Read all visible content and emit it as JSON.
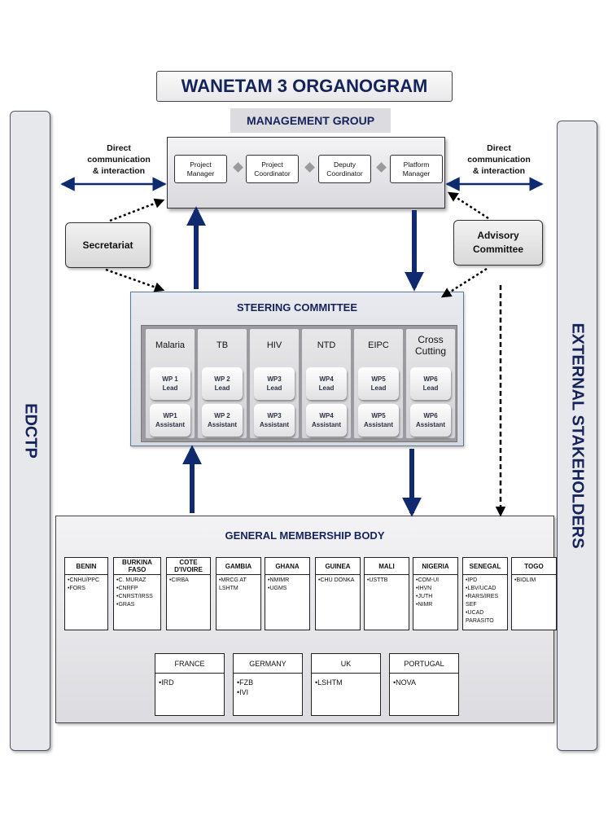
{
  "title": "WANETAM 3 ORGANOGRAM",
  "management_group": {
    "label": "MANAGEMENT GROUP",
    "roles": [
      "Project\nManager",
      "Project\nCoordinator",
      "Deputy\nCoordinator",
      "Platform\nManager"
    ]
  },
  "left_bar": "EDCTP",
  "right_bar": "EXTERNAL STAKEHOLDERS",
  "left_comm": "Direct\ncommunication\n& interaction",
  "right_comm": "Direct\ncommunication\n& interaction",
  "secretariat": "Secretariat",
  "advisory": "Advisory\nCommittee",
  "steering": {
    "title": "STEERING COMMITTEE",
    "columns": [
      {
        "name": "Malaria",
        "lead": "WP 1\nLead",
        "assistant": "WP1\nAssistant"
      },
      {
        "name": "TB",
        "lead": "WP 2\nLead",
        "assistant": "WP 2\nAssistant"
      },
      {
        "name": "HIV",
        "lead": "WP3\nLead",
        "assistant": "WP3\nAssistant"
      },
      {
        "name": "NTD",
        "lead": "WP4\nLead",
        "assistant": "WP4\nAssistant"
      },
      {
        "name": "EIPC",
        "lead": "WP5\nLead",
        "assistant": "WP5\nAssistant"
      },
      {
        "name": "Cross\nCutting",
        "lead": "WP6\nLead",
        "assistant": "WP6\nAssistant"
      }
    ]
  },
  "general_membership": {
    "title": "GENERAL MEMBERSHIP BODY",
    "countries": [
      {
        "name": "BENIN",
        "members": [
          "CNHU/PPC",
          "FORS"
        ]
      },
      {
        "name": "BURKINA\nFASO",
        "members": [
          "C. MURAZ",
          "CNRFP",
          "CNRST/IRSS",
          "GRAS"
        ]
      },
      {
        "name": "COTE\nD'IVOIRE",
        "members": [
          "CIRBA"
        ]
      },
      {
        "name": "GAMBIA",
        "members": [
          "MRCG AT LSHTM"
        ]
      },
      {
        "name": "GHANA",
        "members": [
          "NMIMR",
          "UGMS"
        ]
      },
      {
        "name": "GUINEA",
        "members": [
          "CHU DONKA"
        ]
      },
      {
        "name": "MALI",
        "members": [
          "USTTB"
        ]
      },
      {
        "name": "NIGERIA",
        "members": [
          "COM-UI",
          "IHVN",
          "JUTH",
          "NIMR"
        ]
      },
      {
        "name": "SENEGAL",
        "members": [
          "IPD",
          "LBV/UCAD",
          "RARS/IRES SEF",
          "UCAD PARASITO"
        ]
      },
      {
        "name": "TOGO",
        "members": [
          "BIOLIM"
        ]
      }
    ],
    "europe": [
      {
        "name": "FRANCE",
        "members": [
          "IRD"
        ]
      },
      {
        "name": "GERMANY",
        "members": [
          "FZB",
          "IVI"
        ]
      },
      {
        "name": "UK",
        "members": [
          "LSHTM"
        ]
      },
      {
        "name": "PORTUGAL",
        "members": [
          "NOVA"
        ]
      }
    ]
  },
  "colors": {
    "navy": "#15235a",
    "arrow": "#0f2a6e"
  }
}
